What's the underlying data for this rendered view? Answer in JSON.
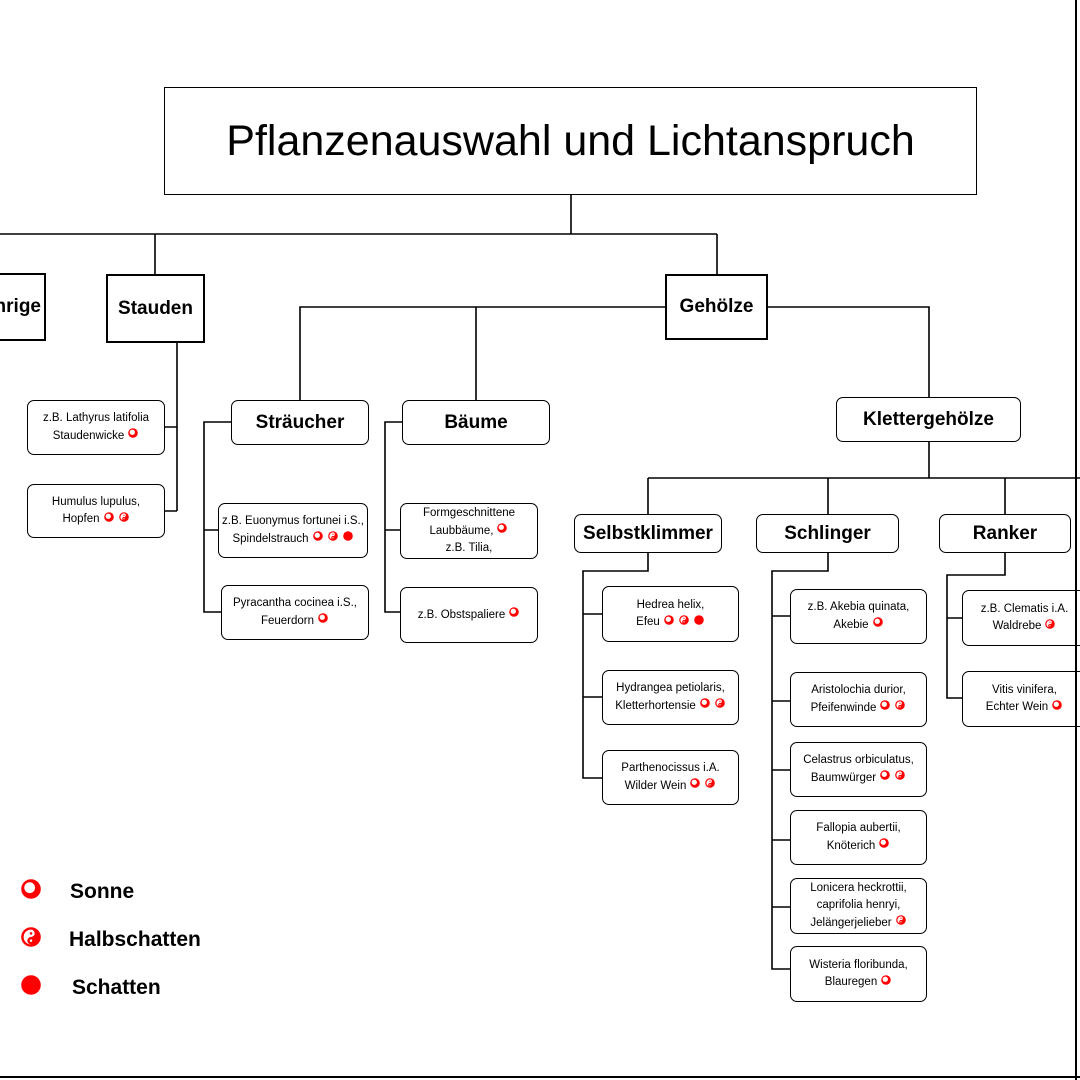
{
  "title": "Pflanzenauswahl und Lichtanspruch",
  "categories": {
    "annuals": "nrige",
    "perennials": "Stauden",
    "woody": "Gehölze"
  },
  "woody_groups": {
    "shrubs": "Sträucher",
    "trees": "Bäume",
    "climbers": "Klettergehölze"
  },
  "climber_types": {
    "selfclimbers": "Selbstklimmer",
    "twiners": "Schlinger",
    "tendrils": "Ranker"
  },
  "icon_names": {
    "sun": "sun-icon",
    "halfshade": "halfshade-icon",
    "shade": "shade-icon"
  },
  "accent_color": "#ff0000",
  "leaves": {
    "perennials": [
      {
        "lines": [
          "z.B. Lathyrus latifolia",
          "Staudenwicke"
        ],
        "icons": [
          "sun"
        ]
      },
      {
        "lines": [
          "Humulus lupulus,",
          "Hopfen"
        ],
        "icons": [
          "sun",
          "halfshade"
        ]
      }
    ],
    "shrubs": [
      {
        "lines": [
          "z.B. Euonymus fortunei i.S.,",
          "Spindelstrauch"
        ],
        "icons": [
          "sun",
          "halfshade",
          "shade"
        ]
      },
      {
        "lines": [
          "Pyracantha cocinea i.S.,",
          "Feuerdorn"
        ],
        "icons": [
          "sun"
        ]
      }
    ],
    "trees": [
      {
        "lines": [
          "Formgeschnittene",
          "Laubbäume,",
          "z.B.  Tilia,"
        ],
        "icons": [
          "sun"
        ],
        "icon_line": 1
      },
      {
        "lines": [
          "z.B. Obstspaliere"
        ],
        "icons": [
          "sun"
        ]
      }
    ],
    "selfclimbers": [
      {
        "lines": [
          "Hedrea helix,",
          "Efeu"
        ],
        "icons": [
          "sun",
          "halfshade",
          "shade"
        ]
      },
      {
        "lines": [
          "Hydrangea petiolaris,",
          "Kletterhortensie"
        ],
        "icons": [
          "sun",
          "halfshade"
        ]
      },
      {
        "lines": [
          "Parthenocissus i.A.",
          "Wilder Wein"
        ],
        "icons": [
          "sun",
          "halfshade"
        ]
      }
    ],
    "twiners": [
      {
        "lines": [
          "z.B. Akebia quinata,",
          "Akebie"
        ],
        "icons": [
          "sun"
        ]
      },
      {
        "lines": [
          "Aristolochia durior,",
          "Pfeifenwinde"
        ],
        "icons": [
          "sun",
          "halfshade"
        ]
      },
      {
        "lines": [
          "Celastrus orbiculatus,",
          "Baumwürger"
        ],
        "icons": [
          "sun",
          "halfshade"
        ]
      },
      {
        "lines": [
          "Fallopia aubertii,",
          "Knöterich"
        ],
        "icons": [
          "sun"
        ]
      },
      {
        "lines": [
          "Lonicera heckrottii,",
          "caprifolia henryi,",
          "Jelängerjelieber"
        ],
        "icons": [
          "halfshade"
        ]
      },
      {
        "lines": [
          "Wisteria  floribunda,",
          "Blauregen"
        ],
        "icons": [
          "sun"
        ]
      }
    ],
    "tendrils": [
      {
        "lines": [
          "z.B. Clematis i.A.",
          "Waldrebe"
        ],
        "icons": [
          "halfshade"
        ]
      },
      {
        "lines": [
          "Vitis vinifera,",
          "Echter Wein"
        ],
        "icons": [
          "sun"
        ]
      }
    ]
  },
  "legend": [
    {
      "icon": "sun",
      "label": "Sonne"
    },
    {
      "icon": "halfshade",
      "label": "Halbschatten"
    },
    {
      "icon": "shade",
      "label": "Schatten"
    }
  ]
}
